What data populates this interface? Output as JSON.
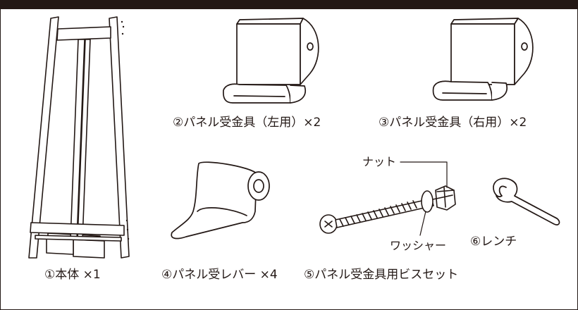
{
  "parts": [
    {
      "label": "①本体 ×1"
    },
    {
      "label": "②パネル受金具（左用）×2"
    },
    {
      "label": "③パネル受金具（右用）×2"
    },
    {
      "label": "④パネル受レバー ×4"
    },
    {
      "label": "⑤パネル受金具用ビスセット"
    },
    {
      "label": "⑥レンチ"
    }
  ],
  "callouts": {
    "nut": "ナット",
    "washer": "ワッシャー"
  },
  "colors": {
    "line": "#231815",
    "fill": "#ffffff",
    "header": "#231815"
  }
}
